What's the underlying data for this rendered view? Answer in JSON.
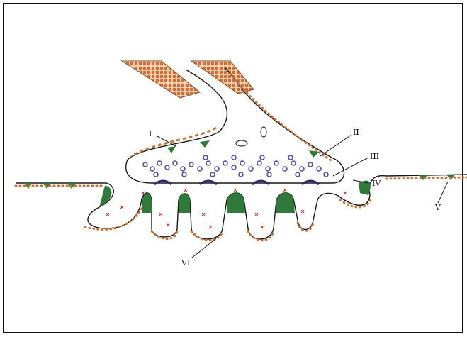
{
  "labels": {
    "I": "I",
    "II": "II",
    "III": "III",
    "IV": "IV",
    "V": "V",
    "VI": "VI"
  },
  "colors": {
    "myelin": "#c8733a",
    "vesicle": "#4a4aa0",
    "fold": "#2f7a3a",
    "cross": "#c0392b",
    "line": "#1a1a1a"
  }
}
